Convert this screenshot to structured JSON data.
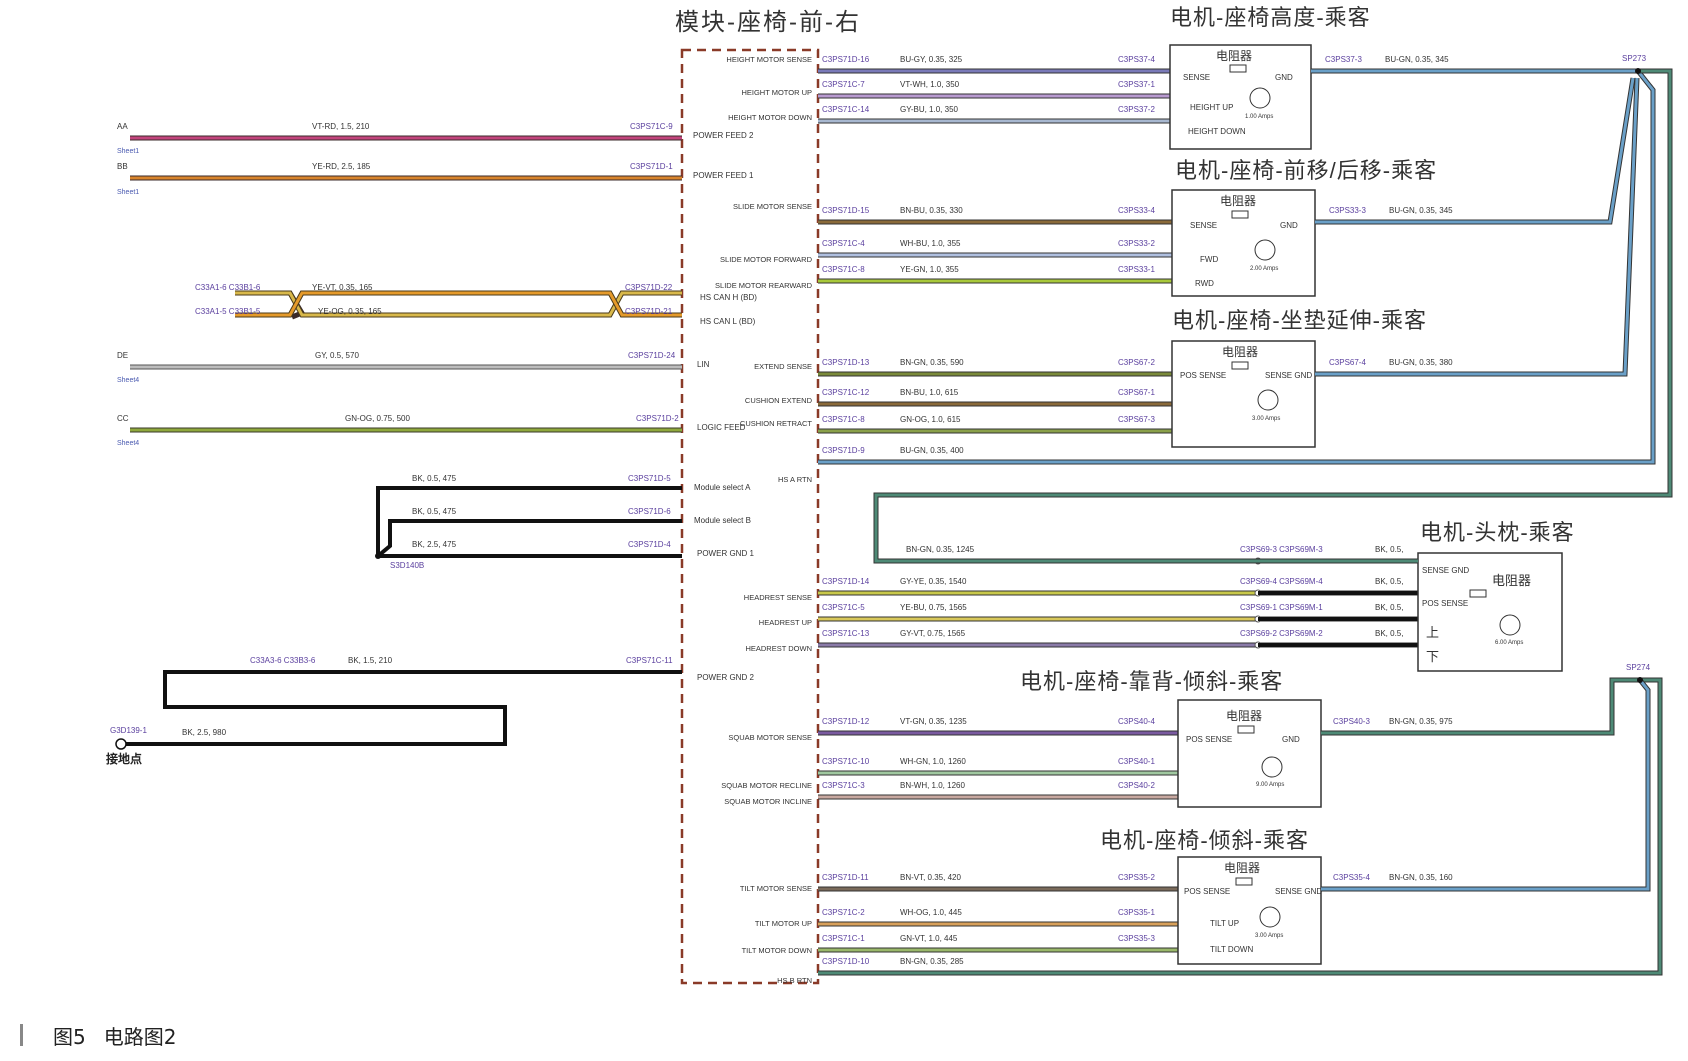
{
  "module": {
    "title": "模块-座椅-前-右",
    "pins_left": [
      "POWER FEED 2",
      "POWER FEED 1",
      "HS CAN H (BD)",
      "HS CAN L (BD)",
      "LIN",
      "LOGIC FEED",
      "Module select A",
      "Module select B",
      "POWER GND 1",
      "POWER GND 2"
    ],
    "pins_right": [
      "HEIGHT MOTOR SENSE",
      "HEIGHT MOTOR UP",
      "HEIGHT MOTOR DOWN",
      "SLIDE MOTOR SENSE",
      "SLIDE MOTOR FORWARD",
      "SLIDE MOTOR REARWARD",
      "EXTEND SENSE",
      "CUSHION EXTEND",
      "CUSHION RETRACT",
      "HS A RTN",
      "HEADREST SENSE",
      "HEADREST UP",
      "HEADREST DOWN",
      "SQUAB MOTOR SENSE",
      "SQUAB MOTOR RECLINE",
      "SQUAB MOTOR INCLINE",
      "TILT MOTOR SENSE",
      "TILT MOTOR UP",
      "TILT MOTOR DOWN",
      "HS B RTN"
    ]
  },
  "left_wires": [
    {
      "tag": "AA",
      "sheet": "Sheet1",
      "label": "VT-RD, 1.5, 210",
      "connector": "C3PS71C-9"
    },
    {
      "tag": "BB",
      "sheet": "Sheet1",
      "label": "YE-RD, 2.5, 185",
      "connector": "C3PS71D-1"
    },
    {
      "left_connectors": "C33A1-6  C33B1-6",
      "label": "YE-VT, 0.35, 165",
      "connector": "C3PS71D-22"
    },
    {
      "left_connectors": "C33A1-5  C33B1-5",
      "label": "YE-OG, 0.35, 165",
      "connector": "C3PS71D-21"
    },
    {
      "tag": "DE",
      "sheet": "Sheet4",
      "label": "GY, 0.5, 570",
      "connector": "C3PS71D-24"
    },
    {
      "tag": "CC",
      "sheet": "Sheet4",
      "label": "GN-OG, 0.75, 500",
      "connector": "C3PS71D-2"
    },
    {
      "label": "BK, 0.5, 475",
      "connector": "C3PS71D-5"
    },
    {
      "label": "BK, 0.5, 475",
      "connector": "C3PS71D-6"
    },
    {
      "label": "BK, 2.5, 475",
      "connector": "C3PS71D-4"
    },
    {
      "left_connectors": "C33A3-6  C33B3-6",
      "label": "BK, 1.5, 210",
      "connector": "C3PS71C-11"
    },
    {
      "label": "BK, 2.5, 980"
    }
  ],
  "splice_ground": "S3D140B",
  "ground": {
    "id": "G3D139-1",
    "label": "接地点"
  },
  "right_wires": [
    {
      "from": "C3PS71D-16",
      "label": "BU-GY, 0.35, 325",
      "to": "C3PS37-4"
    },
    {
      "from": "C3PS71C-7",
      "label": "VT-WH, 1.0, 350",
      "to": "C3PS37-1"
    },
    {
      "from": "C3PS71C-14",
      "label": "GY-BU, 1.0, 350",
      "to": "C3PS37-2"
    },
    {
      "from": "C3PS71D-15",
      "label": "BN-BU, 0.35, 330",
      "to": "C3PS33-4"
    },
    {
      "from": "C3PS71C-4",
      "label": "WH-BU, 1.0, 355",
      "to": "C3PS33-2"
    },
    {
      "from": "C3PS71C-8",
      "label": "YE-GN, 1.0, 355",
      "to": "C3PS33-1"
    },
    {
      "from": "C3PS71D-13",
      "label": "BN-GN, 0.35, 590",
      "to": "C3PS67-2"
    },
    {
      "from": "C3PS71C-12",
      "label": "BN-BU, 1.0, 615",
      "to": "C3PS67-1"
    },
    {
      "from": "C3PS71C-8",
      "label": "GN-OG, 1.0, 615",
      "to": "C3PS67-3"
    },
    {
      "from": "C3PS71D-9",
      "label": "BU-GN, 0.35, 400"
    },
    {
      "label": "BN-GN, 0.35, 1245",
      "to": "C3PS69-3  C3PS69M-3",
      "extra": "BK, 0.5,"
    },
    {
      "from": "C3PS71D-14",
      "label": "GY-YE, 0.35, 1540",
      "to": "C3PS69-4  C3PS69M-4",
      "extra": "BK, 0.5,"
    },
    {
      "from": "C3PS71C-5",
      "label": "YE-BU, 0.75, 1565",
      "to": "C3PS69-1  C3PS69M-1",
      "extra": "BK, 0.5,"
    },
    {
      "from": "C3PS71C-13",
      "label": "GY-VT, 0.75, 1565",
      "to": "C3PS69-2  C3PS69M-2",
      "extra": "BK, 0.5,"
    },
    {
      "from": "C3PS71D-12",
      "label": "VT-GN, 0.35, 1235",
      "to": "C3PS40-4"
    },
    {
      "from": "C3PS71C-10",
      "label": "WH-GN, 1.0, 1260",
      "to": "C3PS40-1"
    },
    {
      "from": "C3PS71C-3",
      "label": "BN-WH, 1.0, 1260",
      "to": "C3PS40-2"
    },
    {
      "from": "C3PS71D-11",
      "label": "BN-VT, 0.35, 420",
      "to": "C3PS35-2"
    },
    {
      "from": "C3PS71C-2",
      "label": "WH-OG, 1.0, 445",
      "to": "C3PS35-1"
    },
    {
      "from": "C3PS71C-1",
      "label": "GN-VT, 1.0, 445",
      "to": "C3PS35-3"
    },
    {
      "from": "C3PS71D-10",
      "label": "BN-GN, 0.35, 285"
    }
  ],
  "motors": [
    {
      "title": "电机-座椅高度-乘客",
      "resistor": "电阻器",
      "pins": [
        "SENSE",
        "GND",
        "HEIGHT UP",
        "HEIGHT DOWN"
      ],
      "amps": "1.00 Amps",
      "out_connector": "C3PS37-3",
      "out_label": "BU-GN, 0.35, 345"
    },
    {
      "title": "电机-座椅-前移/后移-乘客",
      "resistor": "电阻器",
      "pins": [
        "SENSE",
        "GND",
        "FWD",
        "RWD"
      ],
      "amps": "2.00 Amps",
      "out_connector": "C3PS33-3",
      "out_label": "BU-GN, 0.35, 345"
    },
    {
      "title": "电机-座椅-坐垫延伸-乘客",
      "resistor": "电阻器",
      "pins": [
        "POS SENSE",
        "SENSE GND"
      ],
      "amps": "3.00 Amps",
      "out_connector": "C3PS67-4",
      "out_label": "BU-GN, 0.35, 380"
    },
    {
      "title": "电机-头枕-乘客",
      "resistor": "电阻器",
      "pins": [
        "SENSE GND",
        "POS SENSE",
        "上",
        "下"
      ],
      "amps": "6.00 Amps"
    },
    {
      "title": "电机-座椅-靠背-倾斜-乘客",
      "resistor": "电阻器",
      "pins": [
        "POS SENSE",
        "GND"
      ],
      "amps": "9.00 Amps",
      "out_connector": "C3PS40-3",
      "out_label": "BN-GN, 0.35, 975"
    },
    {
      "title": "电机-座椅-倾斜-乘客",
      "resistor": "电阻器",
      "pins": [
        "POS SENSE",
        "SENSE GND",
        "TILT UP",
        "TILT DOWN"
      ],
      "amps": "3.00 Amps",
      "out_connector": "C3PS35-4",
      "out_label": "BN-GN, 0.35, 160"
    }
  ],
  "splices": [
    "SP273",
    "SP274"
  ],
  "caption": {
    "figure": "图5",
    "title": "电路图2"
  },
  "colors": {
    "background": "#ffffff",
    "module_border": "#8a3a28",
    "label_text": "#333333",
    "connector_text": "#5a3f9e",
    "wire_black": "#111111",
    "shield": "#7a9a9a"
  }
}
